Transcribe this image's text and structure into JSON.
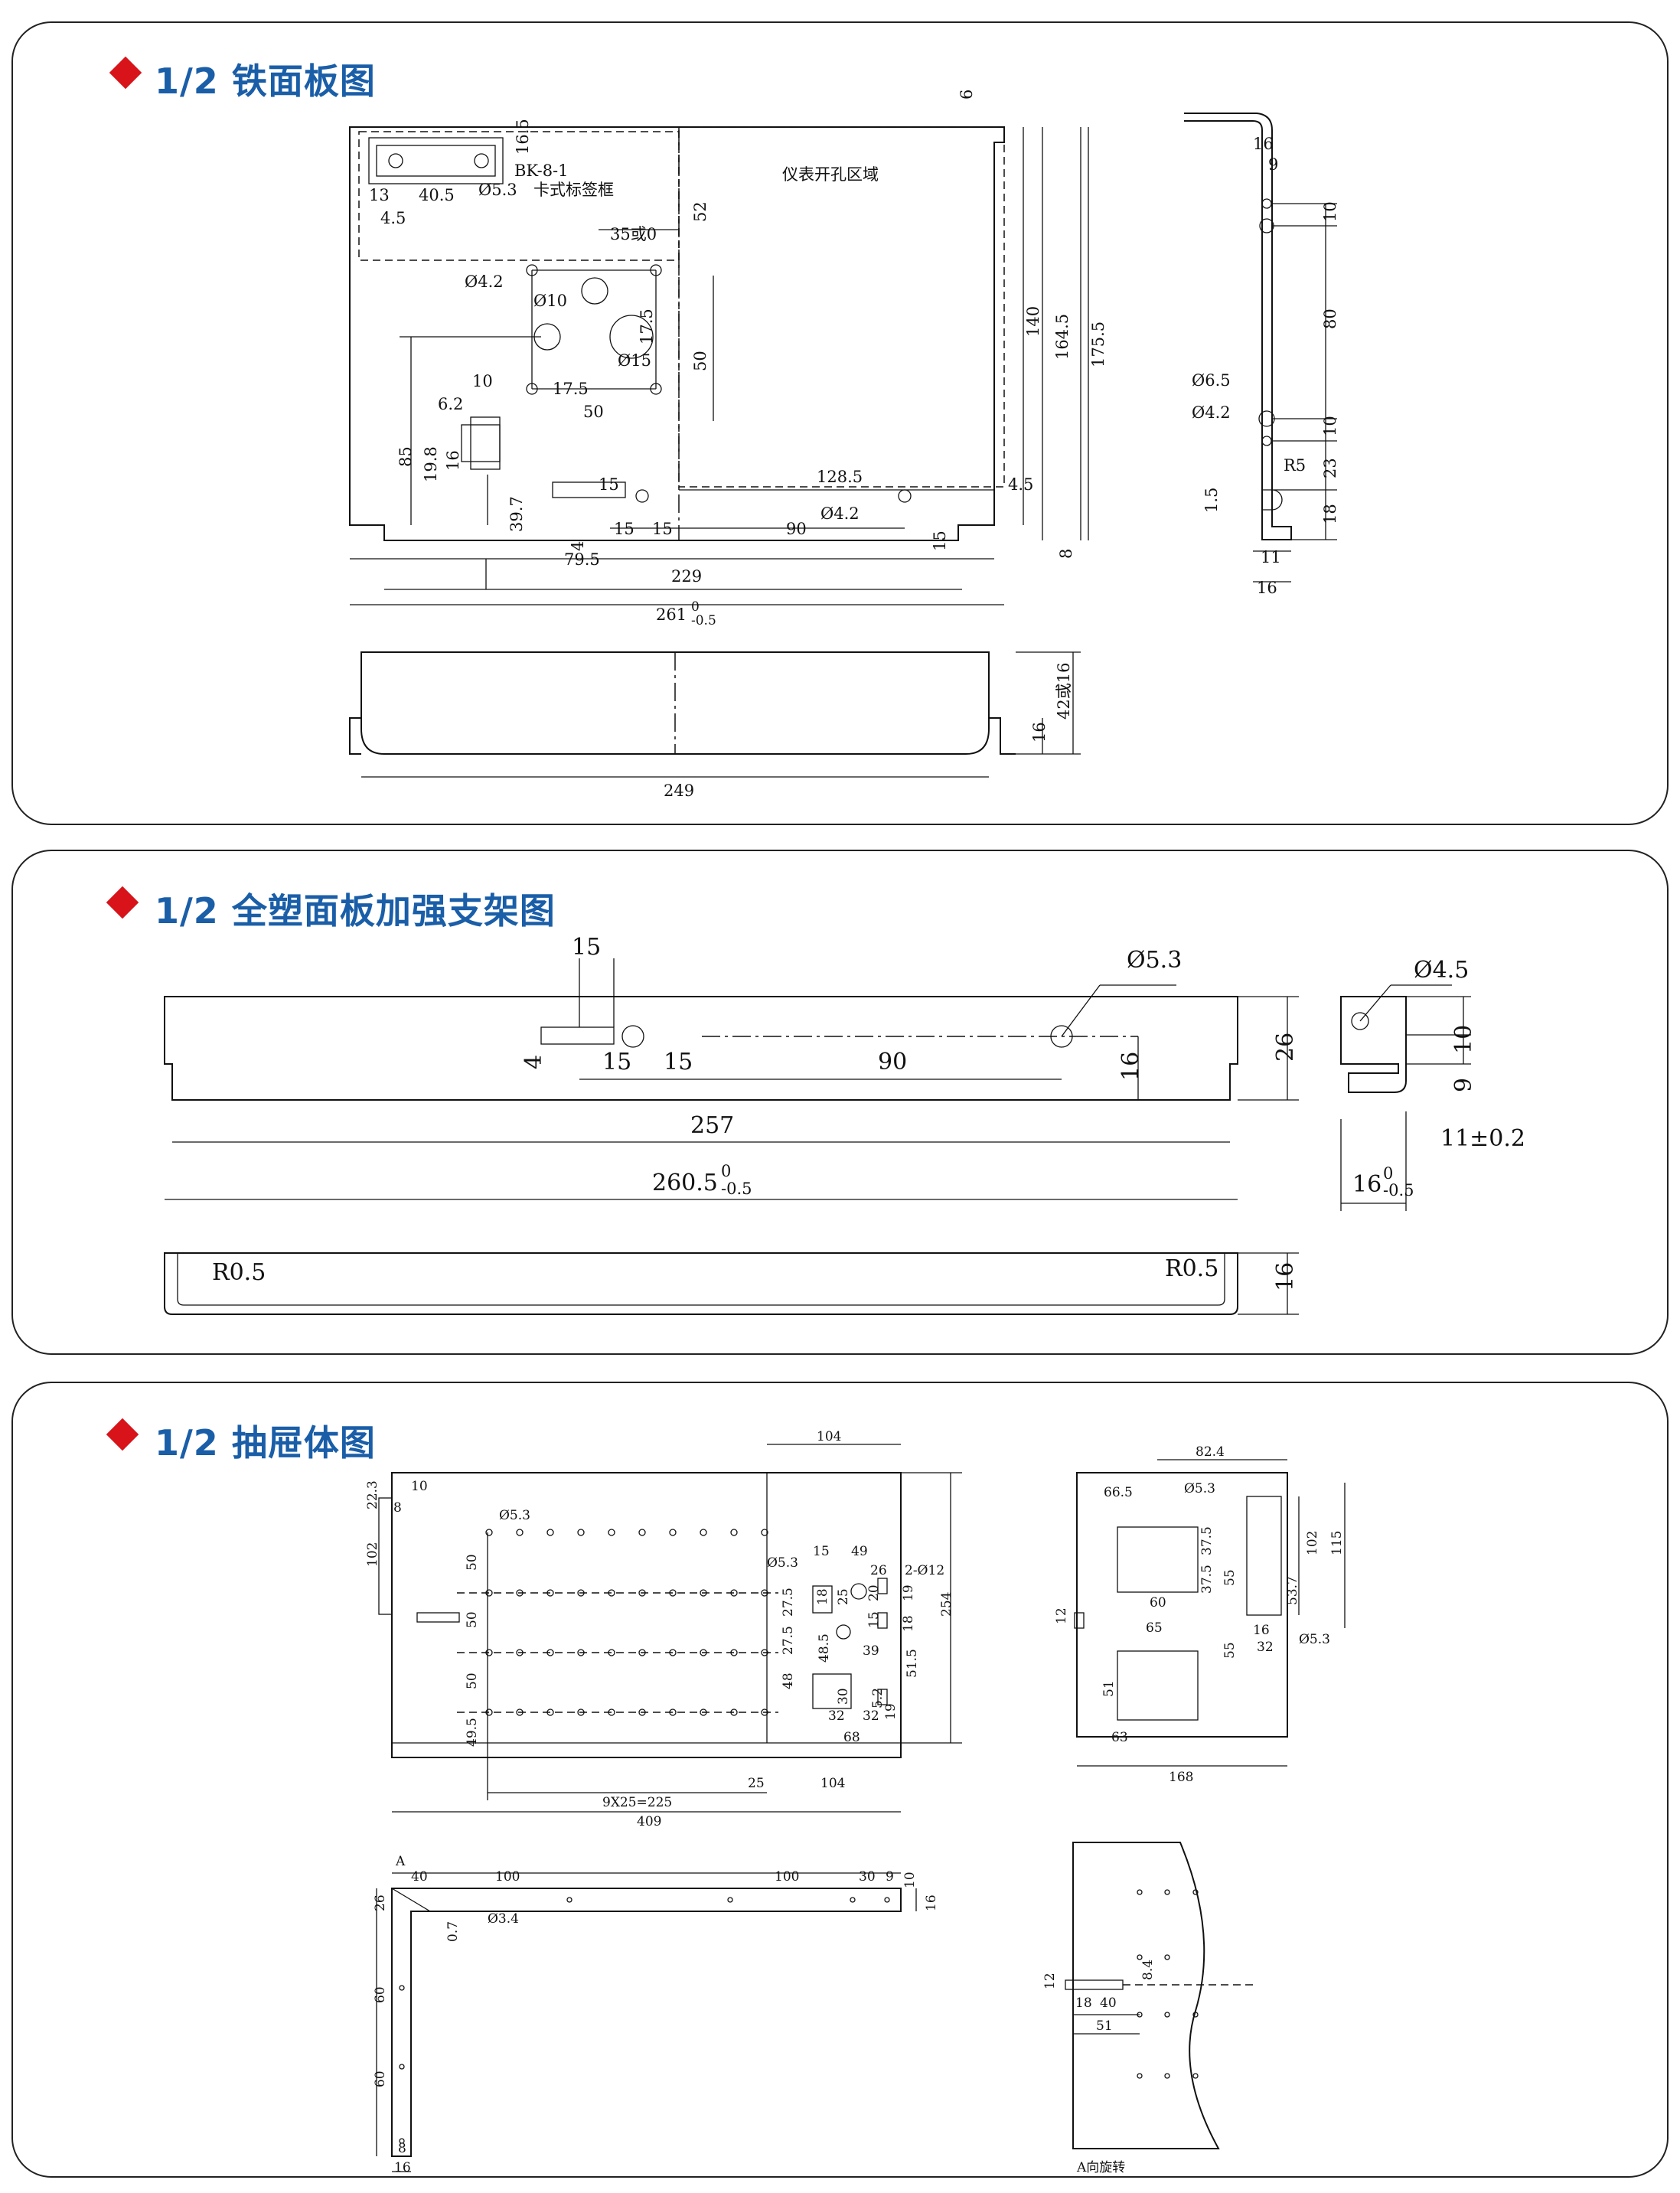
{
  "colors": {
    "title": "#1a5ea8",
    "diamond": "#d8141a",
    "line": "#111111"
  },
  "panels": [
    {
      "title": "1/2 铁面板图",
      "labels": {
        "bk": "BK-8-1",
        "card": "卡式标签框",
        "meter": "仪表开孔区域",
        "d53": "Ø5.3",
        "d42a": "Ø4.2",
        "d42b": "Ø4.2",
        "d10": "Ø10",
        "d15": "Ø15",
        "d65": "Ø6.5",
        "d42c": "Ø4.2",
        "r5": "R5",
        "or": "35或0",
        "h42": "42或16"
      },
      "dims": [
        "16.5",
        "13",
        "40.5",
        "4.5",
        "52",
        "6",
        "140",
        "164.5",
        "175.5",
        "17.5",
        "50",
        "17.5",
        "50",
        "10",
        "6.2",
        "19.8",
        "16",
        "85",
        "39.7",
        "15",
        "4",
        "15",
        "15",
        "90",
        "15",
        "128.5",
        "4.5",
        "8",
        "79.5",
        "229",
        "261",
        "0",
        "-0.5",
        "16",
        "9",
        "10",
        "80",
        "10",
        "23",
        "18",
        "1.5",
        "11",
        "16",
        "249",
        "16"
      ]
    },
    {
      "title": "1/2 全塑面板加强支架图",
      "labels": {
        "d53": "Ø5.3",
        "d45": "Ø4.5",
        "r05a": "R0.5",
        "r05b": "R0.5",
        "tol1": "11±0.2"
      },
      "dims": [
        "15",
        "4",
        "15",
        "15",
        "90",
        "16",
        "26",
        "257",
        "260.5",
        "0",
        "-0.5",
        "10",
        "9",
        "16",
        "0",
        "-0.5",
        "16"
      ]
    },
    {
      "title": "1/2 抽屉体图",
      "labels": {
        "d53a": "Ø5.3",
        "d53b": "Ø5.3",
        "d53c": "Ø5.3",
        "d53d": "Ø5.3",
        "d12": "2-Ø12",
        "d34": "Ø3.4",
        "n9x25": "9X25=225",
        "a": "A",
        "arot": "A向旋转"
      },
      "dims": [
        "104",
        "22.3",
        "10",
        "8",
        "102",
        "50",
        "50",
        "50",
        "49.5",
        "15",
        "49",
        "26",
        "27.5",
        "27.5",
        "18",
        "25",
        "20",
        "15",
        "19",
        "18",
        "254",
        "48",
        "48.5",
        "39",
        "51.5",
        "30",
        "5.2",
        "19",
        "32",
        "32",
        "68",
        "25",
        "104",
        "409",
        "82.4",
        "66.5",
        "37.5",
        "37.5",
        "55",
        "102",
        "115",
        "53.7",
        "60",
        "12",
        "65",
        "16",
        "32",
        "55",
        "51",
        "63",
        "168",
        "40",
        "100",
        "100",
        "30",
        "9",
        "10",
        "16",
        "26",
        "60",
        "60",
        "8",
        "16",
        "0.7",
        "12",
        "8.4",
        "18",
        "40",
        "51"
      ]
    }
  ]
}
